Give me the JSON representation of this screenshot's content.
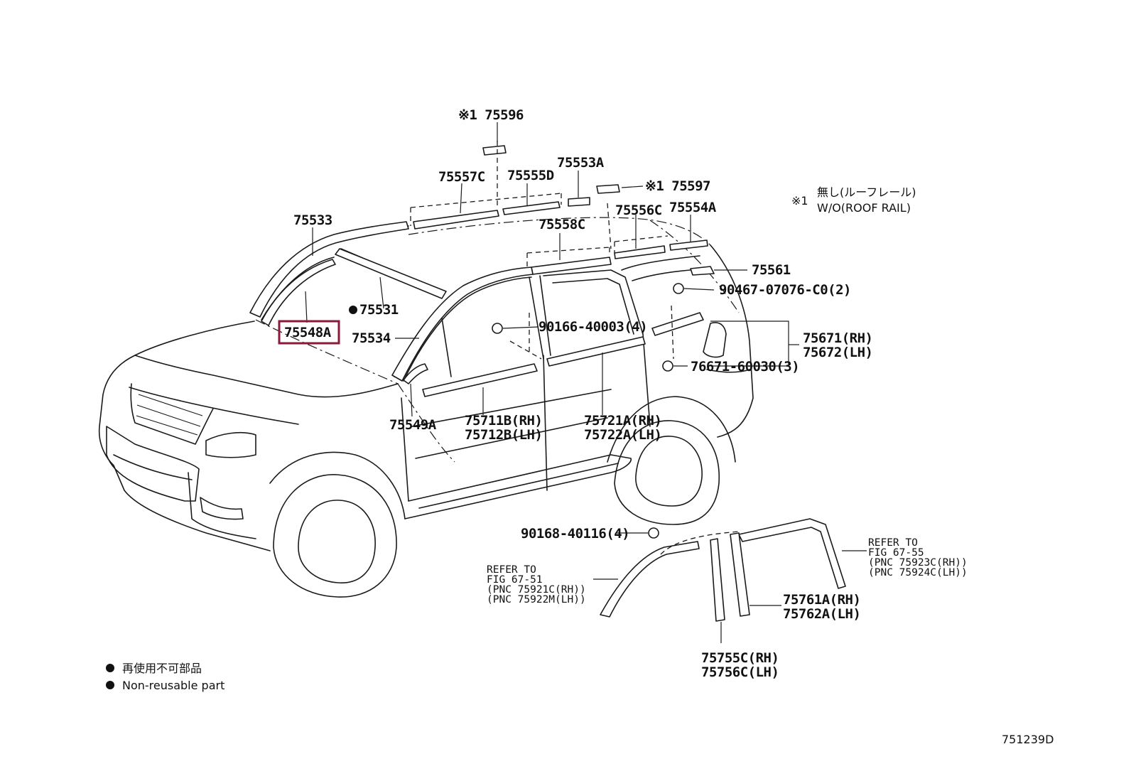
{
  "diagram_code": "751239D",
  "highlighted_part": "75548A",
  "note": {
    "symbol": "※1",
    "line1": "無し(ルーフレール)",
    "line2": "W/O(ROOF RAIL)"
  },
  "legend": {
    "jp": "再使用不可部品",
    "en": "Non-reusable part"
  },
  "labels": {
    "p75596": "※1 75596",
    "p75557C": "75557C",
    "p75555D": "75555D",
    "p75553A": "75553A",
    "p75597": "※1 75597",
    "p75533": "75533",
    "p75558C": "75558C",
    "p75556C": "75556C",
    "p75554A": "75554A",
    "p75561": "75561",
    "p90467": "90467-07076-C0(2)",
    "p75531": "75531",
    "p75548A": "75548A",
    "p75534": "75534",
    "p90166": "90166-40003(4)",
    "p75671": "75671(RH)",
    "p75672": "75672(LH)",
    "p76671": "76671-60030(3)",
    "p75549A": "75549A",
    "p75711B": "75711B(RH)",
    "p75712B": "75712B(LH)",
    "p75721A": "75721A(RH)",
    "p75722A": "75722A(LH)",
    "p90168": "90168-40116(4)",
    "p75761A": "75761A(RH)",
    "p75762A": "75762A(LH)",
    "p75755C": "75755C(RH)",
    "p75756C": "75756C(LH)"
  },
  "refer_front": {
    "l1": "REFER TO",
    "l2": "FIG  67-51",
    "l3": "(PNC 75921C(RH))",
    "l4": "(PNC 75922M(LH))"
  },
  "refer_rear": {
    "l1": "REFER TO",
    "l2": "FIG  67-55",
    "l3": "(PNC 75923C(RH))",
    "l4": "(PNC 75924C(LH))"
  }
}
